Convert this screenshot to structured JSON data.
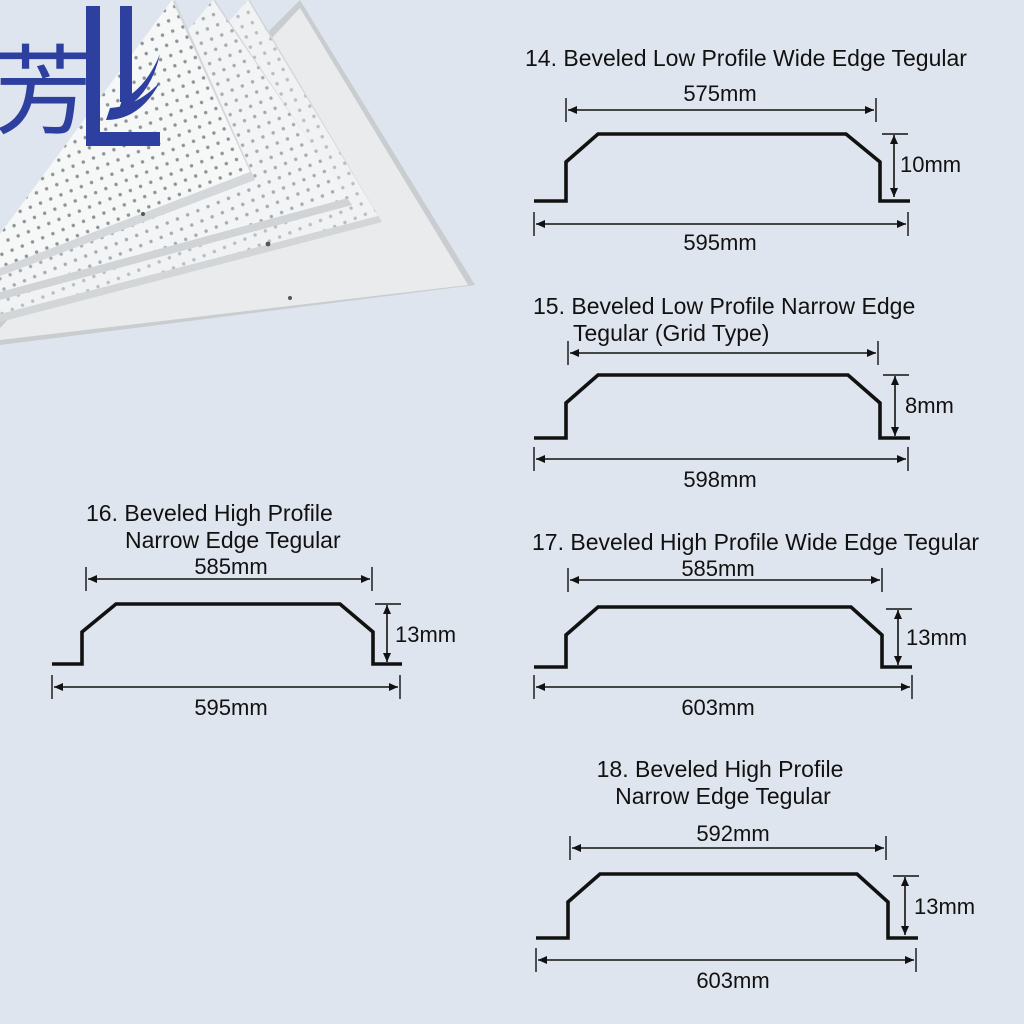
{
  "logo": {
    "text": "芳"
  },
  "colors": {
    "background": "#dfe5ee",
    "logo_blue": "#2d3f9f",
    "panel_face": "#eef0f1",
    "panel_edge": "#cfd3d6",
    "perforation": "#8e9398",
    "line": "#111111"
  },
  "profiles": [
    {
      "id": "p14",
      "title_lines": [
        "14. Beveled Low Profile Wide Edge Tegular"
      ],
      "top_dim": "575mm",
      "bottom_dim": "595mm",
      "height_dim": "10mm"
    },
    {
      "id": "p15",
      "title_lines": [
        "15. Beveled Low Profile Narrow Edge",
        "Tegular (Grid Type)"
      ],
      "top_dim": "",
      "bottom_dim": "598mm",
      "height_dim": "8mm"
    },
    {
      "id": "p16",
      "title_lines": [
        "16. Beveled High Profile",
        "Narrow Edge Tegular"
      ],
      "top_dim": "585mm",
      "bottom_dim": "595mm",
      "height_dim": "13mm"
    },
    {
      "id": "p17",
      "title_lines": [
        "17. Beveled High Profile Wide Edge Tegular"
      ],
      "top_dim": "585mm",
      "bottom_dim": "603mm",
      "height_dim": "13mm"
    },
    {
      "id": "p18",
      "title_lines": [
        "18. Beveled High Profile",
        "Narrow Edge Tegular"
      ],
      "top_dim": "592mm",
      "bottom_dim": "603mm",
      "height_dim": "13mm"
    }
  ]
}
